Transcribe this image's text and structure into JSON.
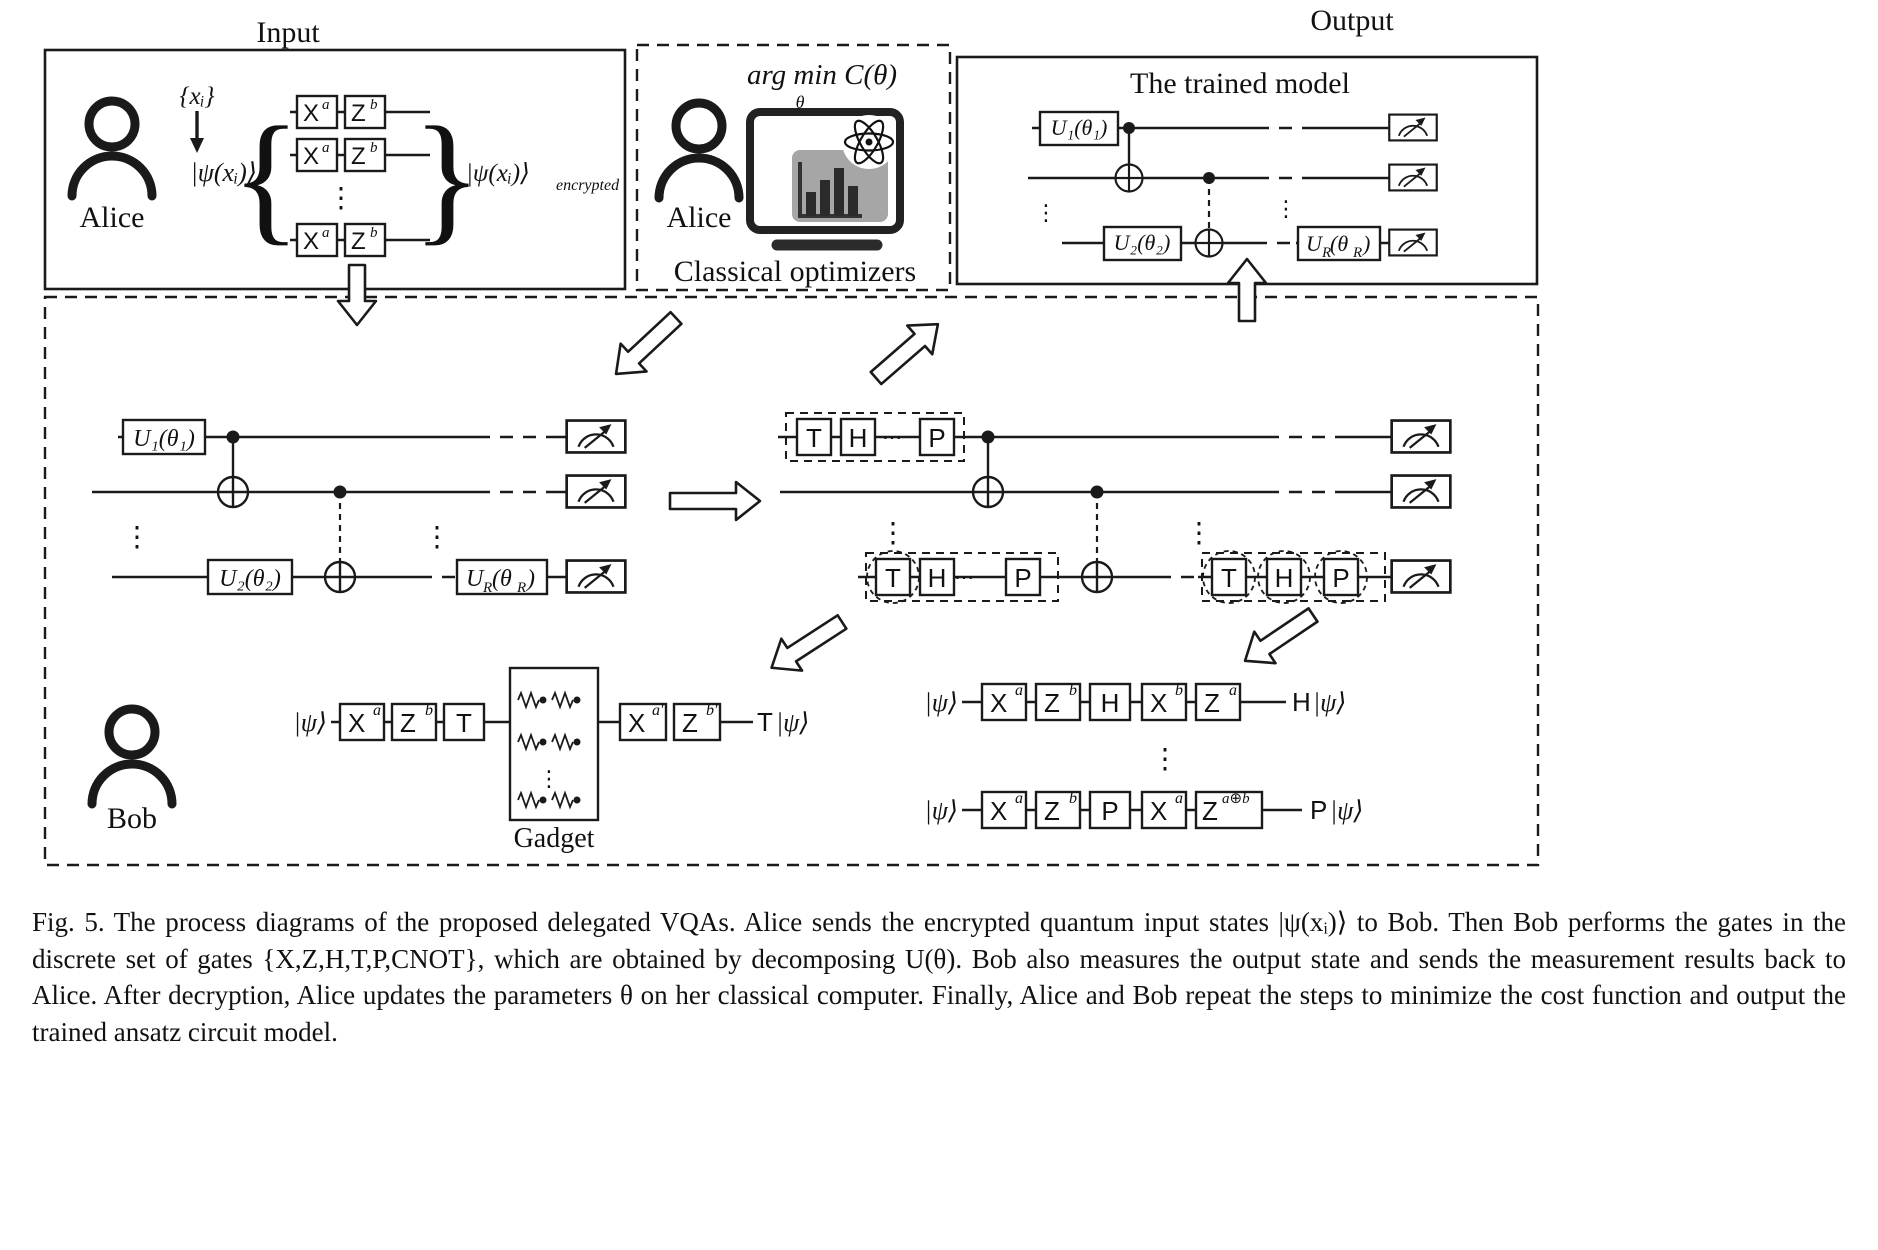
{
  "titles": {
    "input": "Input",
    "output": "Output",
    "trained_model": "The trained model",
    "classical_optimizers": "Classical optimizers",
    "gadget": "Gadget"
  },
  "people": {
    "alice_input": "Alice",
    "alice_optimizer": "Alice",
    "bob": "Bob"
  },
  "optimizer": {
    "argmin": "arg min C(θ)",
    "argmin_sub": "θ"
  },
  "input": {
    "x_set": "{xᵢ}",
    "psi_x": "|ψ(xᵢ)⟩",
    "psi_enc_main": "|ψ(xᵢ)⟩",
    "psi_enc_sub": "encrypted",
    "brace_left": "{",
    "brace_right": "}"
  },
  "sym": {
    "X": "X",
    "Z": "Z",
    "T": "T",
    "H": "H",
    "P": "P",
    "a": "a",
    "b": "b",
    "a_prime": "a′",
    "b_prime": "b′",
    "a_xor_b": "a⊕b",
    "U1": "U₁(θ₁)",
    "U2": "U₂(θ₂)",
    "U": "U",
    "R": "R",
    "theta_paren": "(θ",
    "paren": ")",
    "ket_psi": "|ψ⟩",
    "cdots": "⋯",
    "vdots": "⋮"
  },
  "caption": "Fig. 5.  The process diagrams of the proposed delegated VQAs. Alice sends the encrypted quantum input states |ψ(xᵢ)⟩ to Bob. Then Bob performs the gates in the discrete set of gates {X,Z,H,T,P,CNOT}, which are obtained by decomposing U(θ). Bob also measures the output state and sends the measurement results back to Alice. After decryption, Alice updates the parameters θ on her classical computer. Finally, Alice and Bob repeat the steps to minimize the cost function and output the trained ansatz circuit model."
}
